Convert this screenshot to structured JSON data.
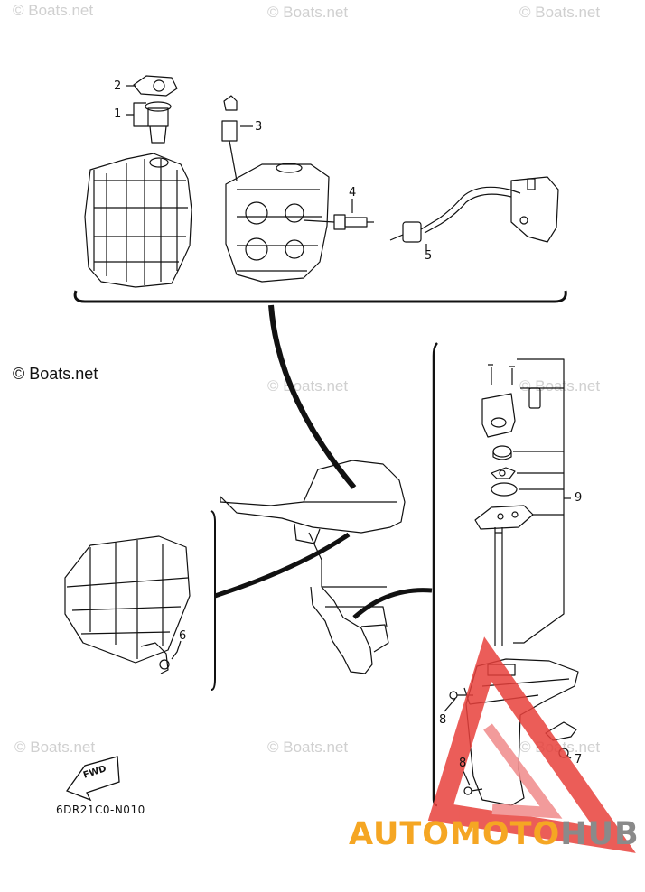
{
  "watermark": {
    "text": "© Boats.net"
  },
  "copyright": {
    "text": "© Boats.net"
  },
  "diagram_code": "6DR21C0-N010",
  "fwd_label": "FWD",
  "callouts": [
    "1",
    "2",
    "3",
    "4",
    "5",
    "6",
    "7",
    "8",
    "8",
    "9"
  ],
  "brand": {
    "part1": "AUTOMOTO",
    "part2": "HUB"
  },
  "colors": {
    "line": "#111111",
    "watermark": "#d0d0d0",
    "brand_orange": "#f5a623",
    "brand_red": "#e8413c",
    "brand_gray": "#8a8a8a"
  }
}
